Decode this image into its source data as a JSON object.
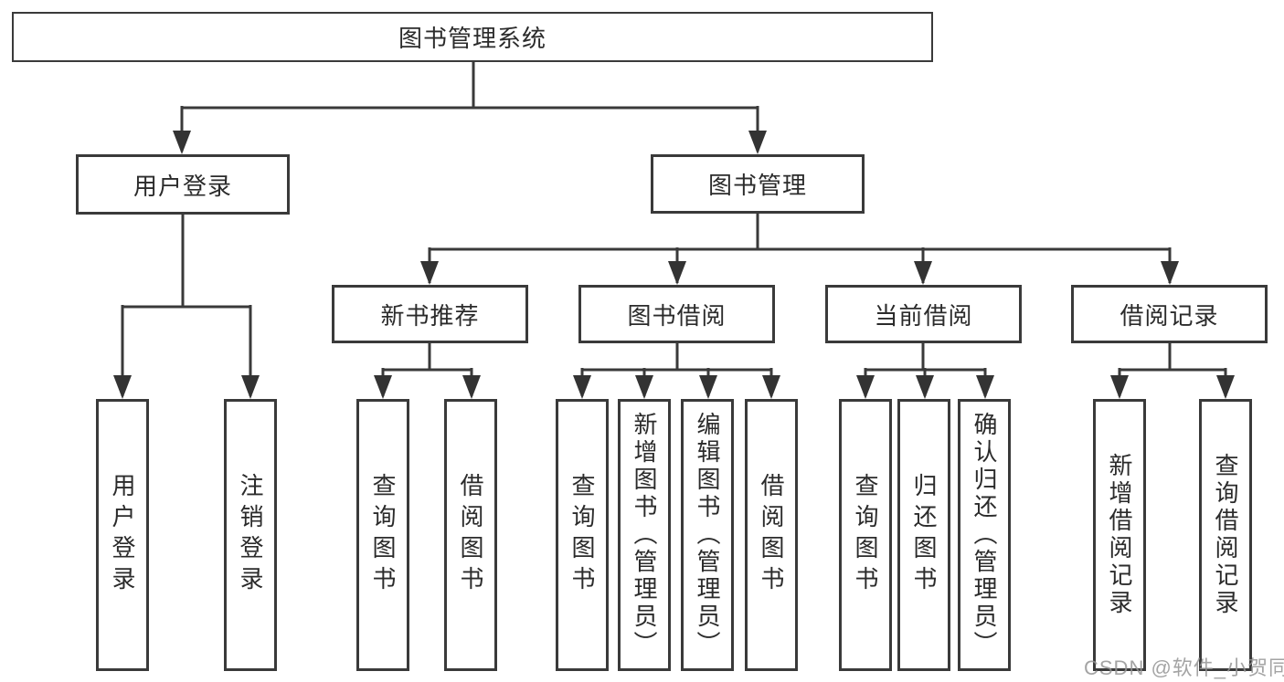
{
  "colors": {
    "line": "#3a3a3a",
    "arrow": "#333333",
    "box_border": "#3a3a3a",
    "box_background": "#ffffff",
    "text": "#2b2b2b",
    "watermark": "#949494",
    "page_background": "#ffffff"
  },
  "watermark": {
    "text": "CSDN @软件_小贺同学"
  },
  "tree": {
    "root": {
      "label": "图书管理系统",
      "children": [
        {
          "label": "用户登录",
          "children": [
            {
              "label": "用户登录"
            },
            {
              "label": "注销登录"
            }
          ]
        },
        {
          "label": "图书管理",
          "children": [
            {
              "label": "新书推荐",
              "children": [
                {
                  "label": "查询图书"
                },
                {
                  "label": "借阅图书"
                }
              ]
            },
            {
              "label": "图书借阅",
              "children": [
                {
                  "label": "查询图书"
                },
                {
                  "label": "新增图书（管理员）"
                },
                {
                  "label": "编辑图书（管理员）"
                },
                {
                  "label": "借阅图书"
                }
              ]
            },
            {
              "label": "当前借阅",
              "children": [
                {
                  "label": "查询图书"
                },
                {
                  "label": "归还图书"
                },
                {
                  "label": "确认归还（管理员）"
                }
              ]
            },
            {
              "label": "借阅记录",
              "children": [
                {
                  "label": "新增借阅记录"
                },
                {
                  "label": "查询借阅记录"
                }
              ]
            }
          ]
        }
      ]
    }
  }
}
